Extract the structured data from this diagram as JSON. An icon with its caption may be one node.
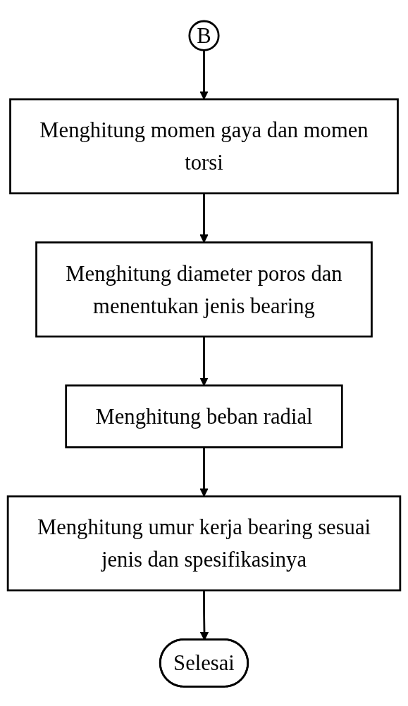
{
  "diagram": {
    "nodes": [
      {
        "text": [
          "B"
        ]
      },
      {
        "text": [
          "Menghitung momen gaya dan momen torsi"
        ]
      },
      {
        "text": [
          "Menghitung diameter poros dan menentukan jenis bearing"
        ]
      },
      {
        "text": [
          "Menghitung beban radial"
        ]
      },
      {
        "text": [
          "Menghitung umur kerja bearing sesuai jenis dan spesifikasinya"
        ]
      },
      {
        "text": [
          "Selesai"
        ]
      }
    ],
    "edges": [
      {
        "from": 0,
        "to": 1,
        "arrow": "to"
      },
      {
        "from": 1,
        "to": 2,
        "arrow": "to"
      },
      {
        "from": 2,
        "to": 3,
        "arrow": "to"
      },
      {
        "from": 3,
        "to": 4,
        "arrow": "to"
      },
      {
        "from": 4,
        "to": 5,
        "arrow": "to"
      }
    ]
  }
}
